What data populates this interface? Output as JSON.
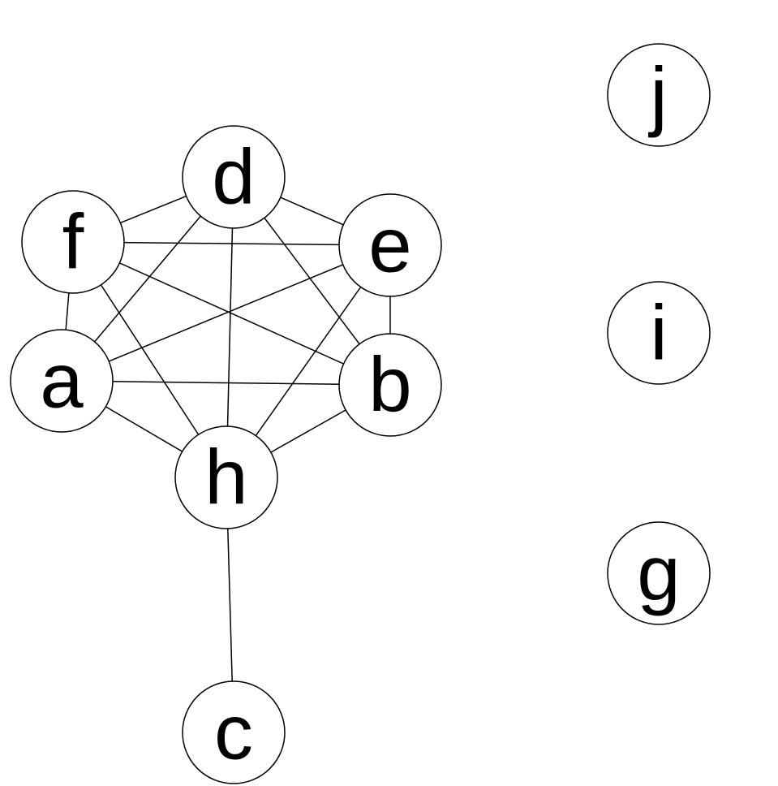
{
  "nodes": [
    {
      "id": "a",
      "label": "a"
    },
    {
      "id": "b",
      "label": "b"
    },
    {
      "id": "c",
      "label": "c"
    },
    {
      "id": "d",
      "label": "d"
    },
    {
      "id": "e",
      "label": "e"
    },
    {
      "id": "f",
      "label": "f"
    },
    {
      "id": "g",
      "label": "g"
    },
    {
      "id": "h",
      "label": "h"
    },
    {
      "id": "i",
      "label": "i"
    },
    {
      "id": "j",
      "label": "j"
    }
  ],
  "edges": [
    [
      "f",
      "d"
    ],
    [
      "f",
      "e"
    ],
    [
      "f",
      "a"
    ],
    [
      "f",
      "b"
    ],
    [
      "f",
      "h"
    ],
    [
      "d",
      "e"
    ],
    [
      "d",
      "a"
    ],
    [
      "d",
      "b"
    ],
    [
      "d",
      "h"
    ],
    [
      "e",
      "a"
    ],
    [
      "e",
      "b"
    ],
    [
      "e",
      "h"
    ],
    [
      "a",
      "b"
    ],
    [
      "a",
      "h"
    ],
    [
      "b",
      "h"
    ],
    [
      "h",
      "c"
    ]
  ]
}
